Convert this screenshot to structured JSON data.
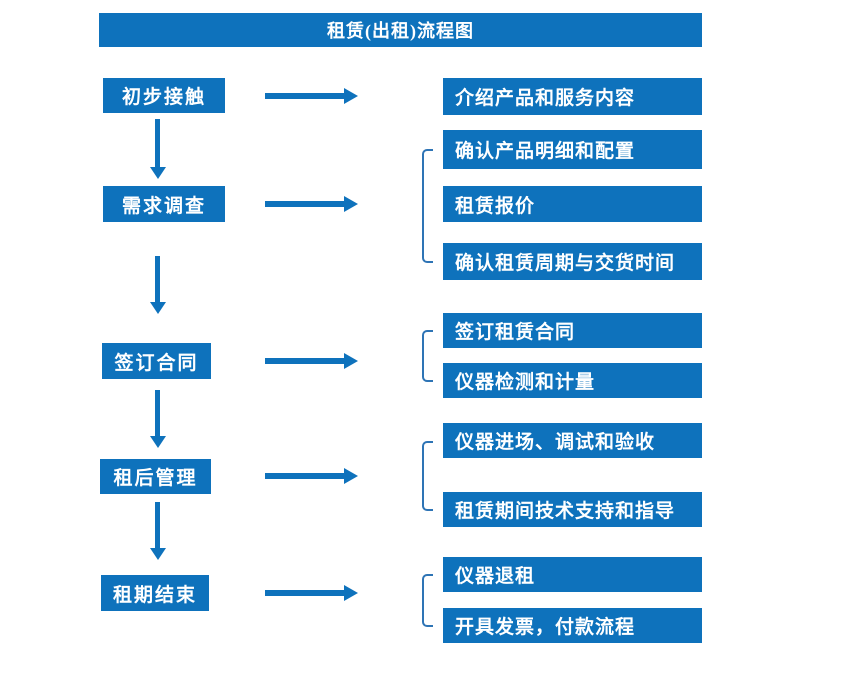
{
  "title": "租赁(出租)流程图",
  "colors": {
    "primary": "#0E72BC",
    "bracket_line": "#2E74B5",
    "box_text": "#FFFFFF",
    "background": "#FFFFFF"
  },
  "stages": [
    {
      "label": "初步接触",
      "outputs": [
        "介绍产品和服务内容"
      ]
    },
    {
      "label": "需求调查",
      "outputs": [
        "确认产品明细和配置",
        "租赁报价",
        "确认租赁周期与交货时间"
      ]
    },
    {
      "label": "签订合同",
      "outputs": [
        "签订租赁合同",
        "仪器检测和计量"
      ]
    },
    {
      "label": "租后管理",
      "outputs": [
        "仪器进场、调试和验收",
        "租赁期间技术支持和指导"
      ]
    },
    {
      "label": "租期结束",
      "outputs": [
        "仪器退租",
        "开具发票，付款流程"
      ]
    }
  ]
}
